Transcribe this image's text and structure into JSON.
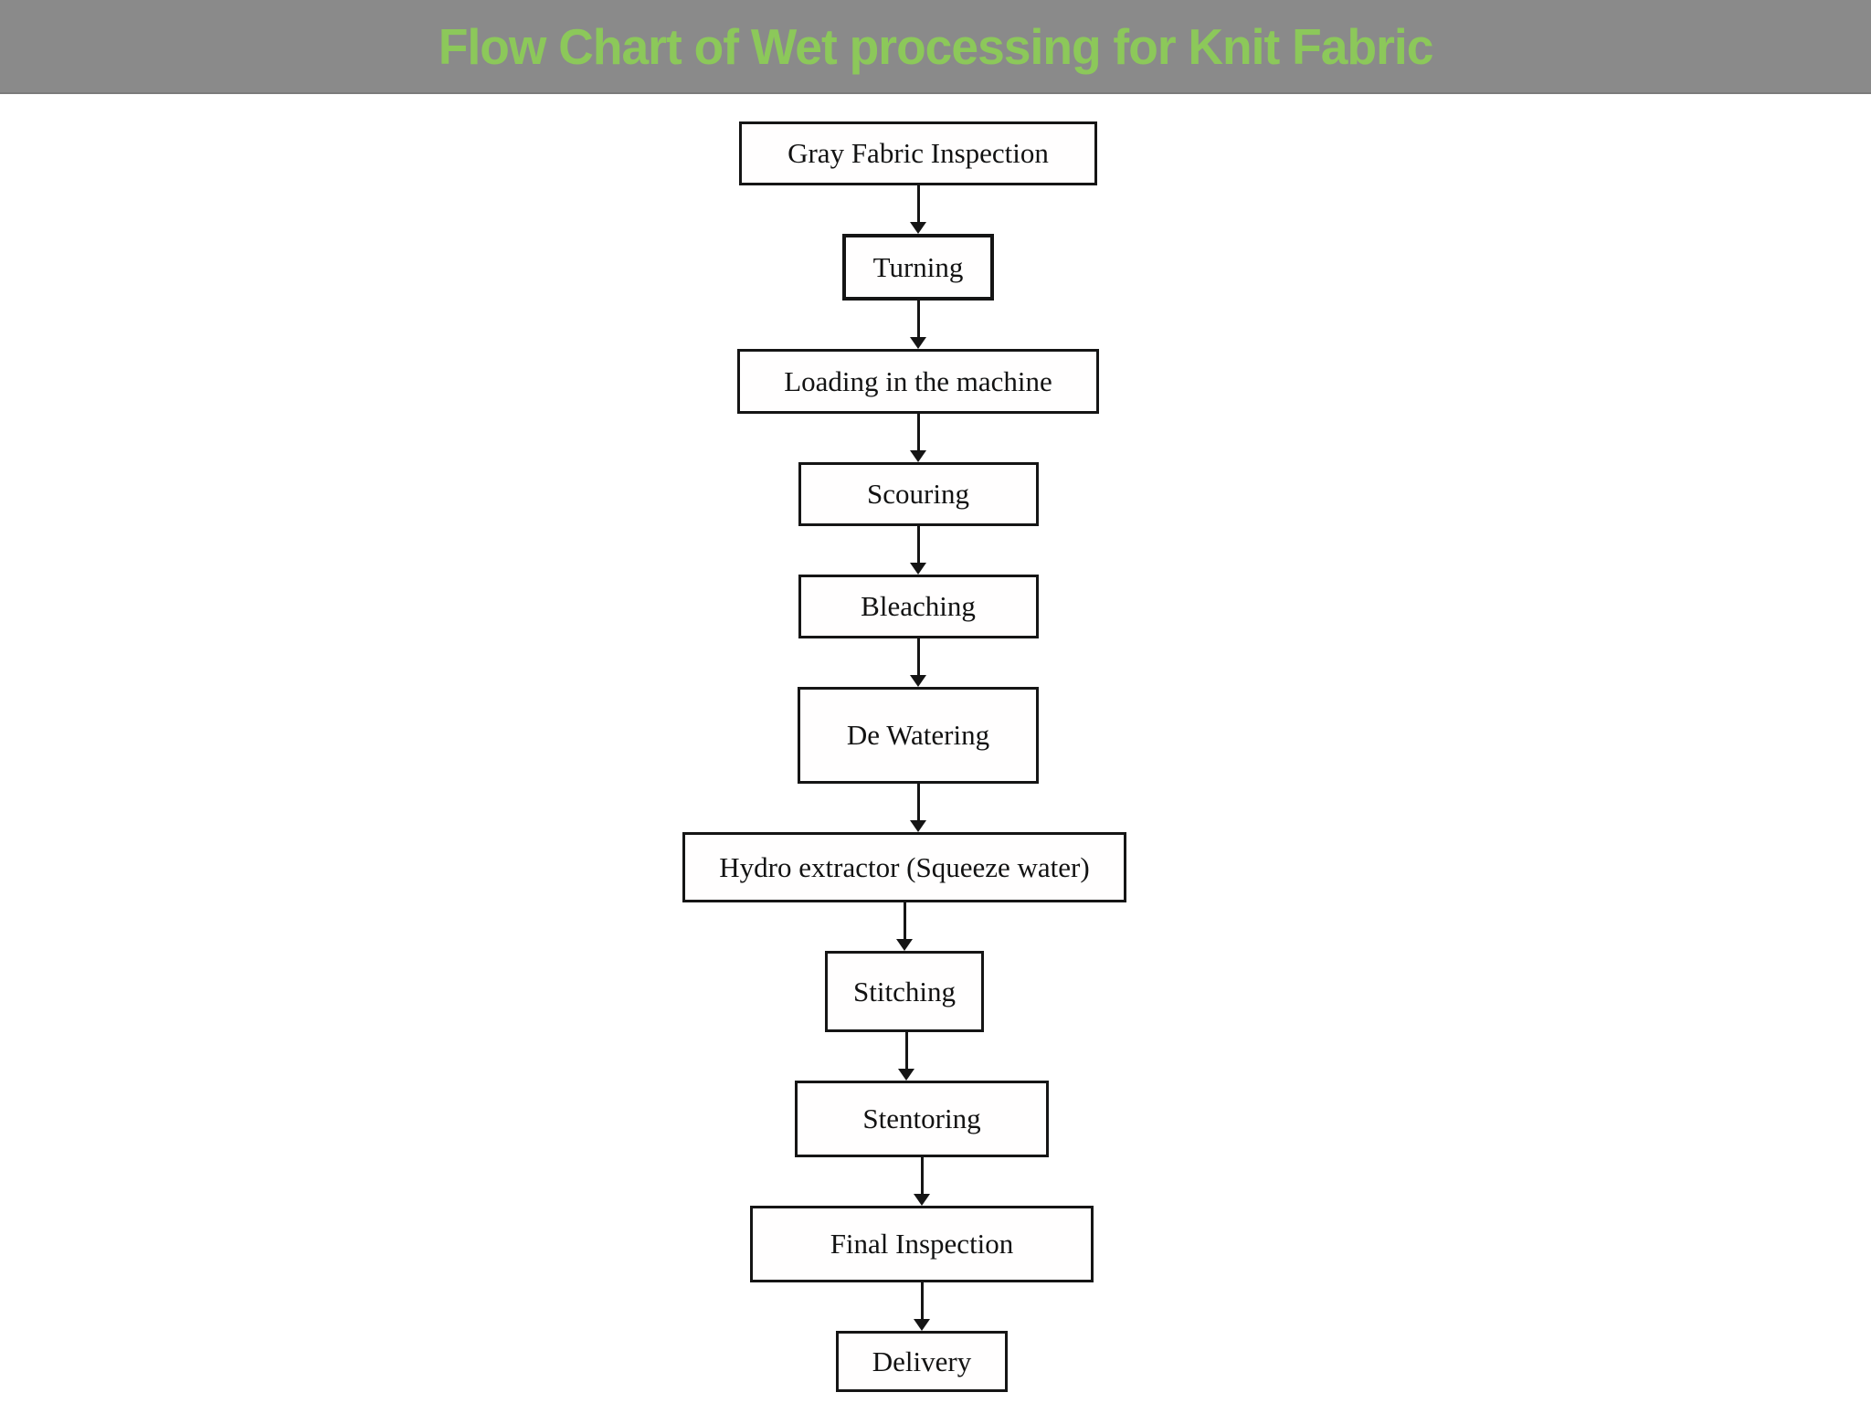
{
  "header": {
    "title": "Flow Chart of Wet processing for Knit Fabric",
    "bg_color": "#8A8A8A",
    "title_color": "#8CC85A"
  },
  "flowchart": {
    "type": "vertical-flow",
    "box_border_color": "#151515",
    "box_fill_color": "#FFFFFF",
    "text_color": "#121212",
    "steps": [
      {
        "label": "Gray Fabric Inspection"
      },
      {
        "label": "Turning"
      },
      {
        "label": "Loading in the machine"
      },
      {
        "label": "Scouring"
      },
      {
        "label": "Bleaching"
      },
      {
        "label": "De Watering"
      },
      {
        "label": "Hydro extractor (Squeeze water)"
      },
      {
        "label": "Stitching"
      },
      {
        "label": "Stentoring"
      },
      {
        "label": "Final Inspection"
      },
      {
        "label": "Delivery"
      }
    ]
  }
}
